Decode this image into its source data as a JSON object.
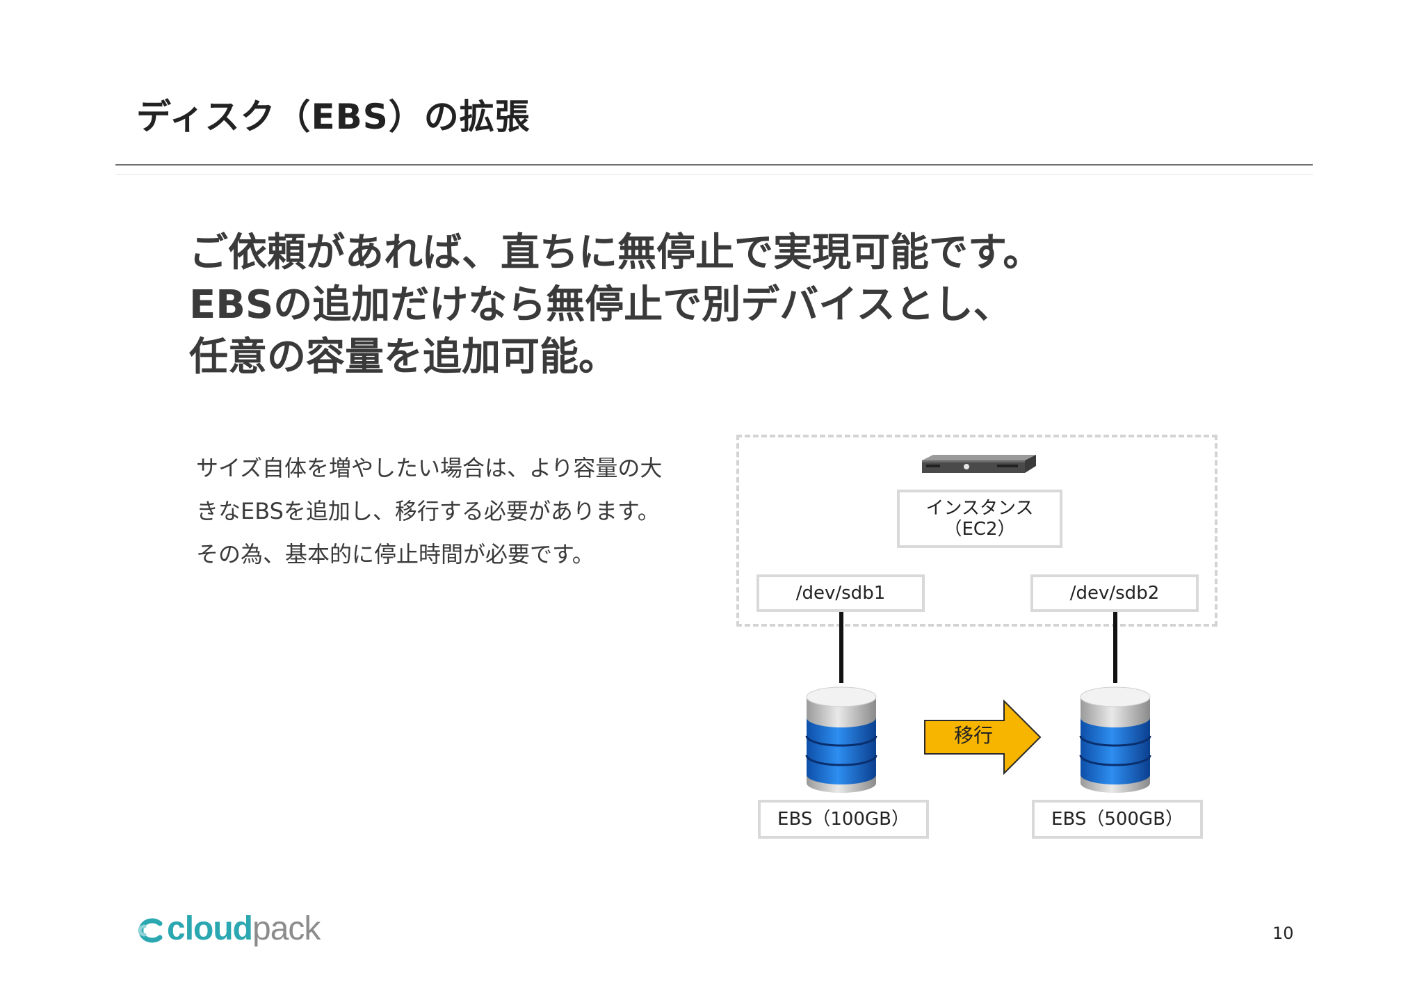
{
  "slide": {
    "title": "ディスク（EBS）の拡張",
    "headline": [
      "ご依頼があれば、直ちに無停止で実現可能です。",
      "EBSの追加だけなら無停止で別デバイスとし、",
      "任意の容量を追加可能。"
    ],
    "body": [
      "サイズ自体を増やしたい場合は、より容量の大",
      "きなEBSを追加し、移行する必要があります。",
      "その為、基本的に停止時間が必要です。"
    ],
    "page_number": "10"
  },
  "diagram": {
    "instance_label": [
      "インスタンス",
      "（EC2）"
    ],
    "device_left": "/dev/sdb1",
    "device_right": "/dev/sdb2",
    "migrate_label": "移行",
    "ebs_left": "EBS（100GB）",
    "ebs_right": "EBS（500GB）",
    "icons": {
      "server": "server-icon",
      "database": "database-icon",
      "arrow": "arrow-right-icon"
    },
    "colors": {
      "arrow_fill": "#f7b500",
      "database_blue": "#1e6fd1",
      "dashed_border": "#d3d3d3",
      "label_border": "#d9d9d9"
    }
  },
  "logo": {
    "part1": "cloud",
    "part2": "pack",
    "colors": {
      "primary": "#2aa7b0",
      "secondary": "#8c8c8c"
    }
  }
}
